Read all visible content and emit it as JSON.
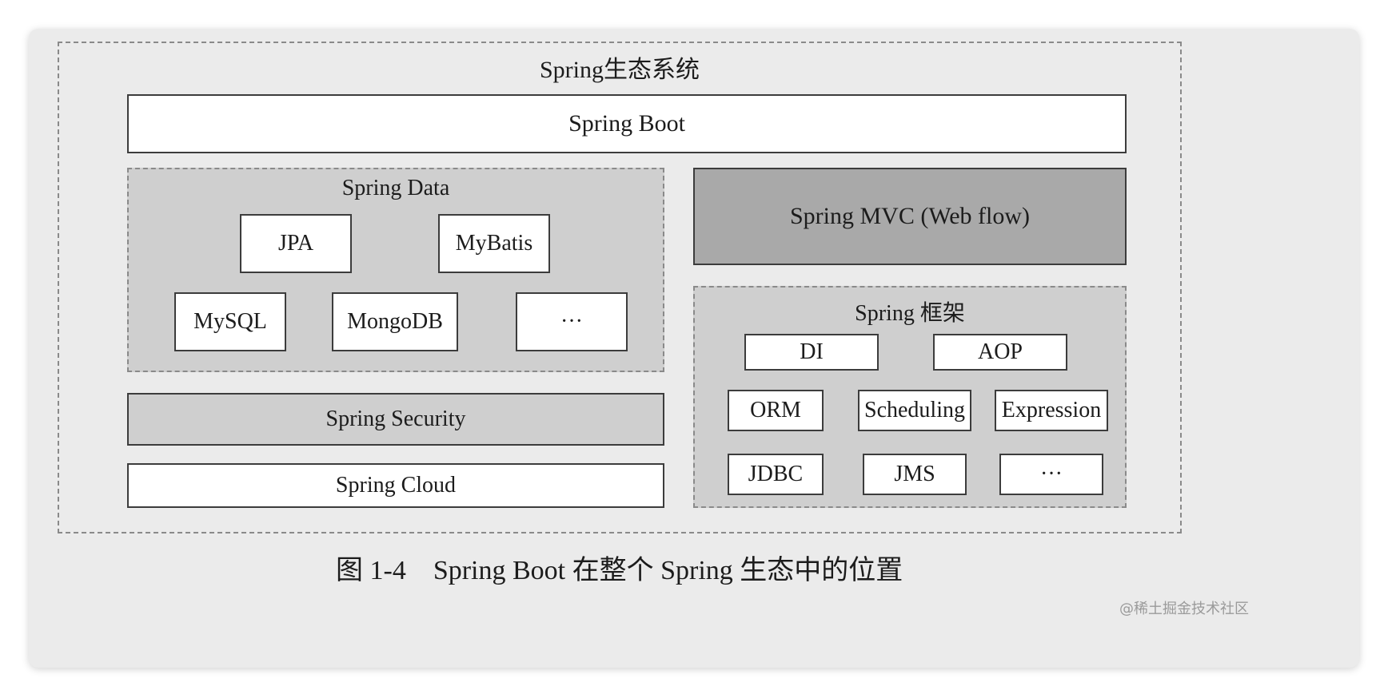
{
  "diagram": {
    "outer_title": "Spring生态系统",
    "spring_boot": "Spring Boot",
    "spring_data": {
      "title": "Spring Data",
      "items": [
        "JPA",
        "MyBatis",
        "MySQL",
        "MongoDB",
        "···"
      ]
    },
    "spring_mvc": "Spring MVC (Web flow)",
    "spring_security": "Spring Security",
    "spring_cloud": "Spring Cloud",
    "spring_framework": {
      "title": "Spring 框架",
      "items": [
        "DI",
        "AOP",
        "ORM",
        "Scheduling",
        "Expression",
        "JDBC",
        "JMS",
        "···"
      ]
    }
  },
  "caption": "图 1-4　Spring Boot 在整个 Spring 生态中的位置",
  "watermark": "@稀土掘金技术社区",
  "colors": {
    "background": "#ebebeb",
    "white_box": "#ffffff",
    "grey_box": "#cfcfcf",
    "dark_box": "#a9a9a9",
    "border": "#3c3c3c",
    "dashed_border": "#8a8a8a"
  }
}
